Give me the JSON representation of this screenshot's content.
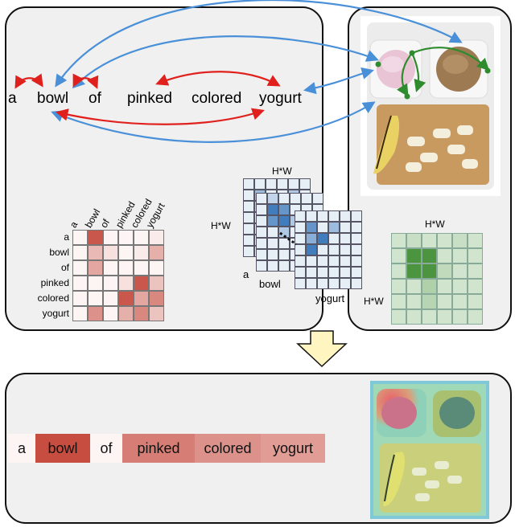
{
  "sentence": {
    "words": [
      "a",
      "bowl",
      "of",
      "pinked",
      "colored",
      "yogurt"
    ]
  },
  "text_matrix": {
    "row_labels": [
      "a",
      "bowl",
      "of",
      "pinked",
      "colored",
      "yogurt"
    ],
    "col_labels": [
      "a",
      "bowl",
      "of",
      "pinked",
      "colored",
      "yogurt"
    ],
    "values": [
      [
        0.05,
        0.85,
        0.05,
        0.05,
        0.05,
        0.1
      ],
      [
        0.05,
        0.35,
        0.15,
        0.05,
        0.1,
        0.4
      ],
      [
        0.05,
        0.45,
        0.05,
        0.05,
        0.05,
        0.05
      ],
      [
        0.05,
        0.05,
        0.05,
        0.15,
        0.85,
        0.3
      ],
      [
        0.05,
        0.05,
        0.05,
        0.85,
        0.45,
        0.6
      ],
      [
        0.05,
        0.55,
        0.05,
        0.4,
        0.6,
        0.3
      ]
    ],
    "color": "#c0392b"
  },
  "cross_stack": {
    "label_hw_top": "H*W",
    "label_hw_left": "H*W",
    "slice_labels": [
      "a",
      "bowl",
      "yogurt"
    ],
    "color": "#2f6fb5"
  },
  "image_matrix": {
    "label_top": "H*W",
    "label_left": "H*W",
    "color": "#3c8a2e"
  },
  "result": {
    "words": [
      "a",
      "bowl",
      "of",
      "pinked",
      "colored",
      "yogurt"
    ],
    "weights": [
      0.05,
      0.9,
      0.05,
      0.65,
      0.55,
      0.5
    ],
    "color": "#c0392b"
  },
  "colors": {
    "text_arrow": "#e0201d",
    "cross_arrow": "#4a90d9",
    "image_arrow": "#2e8b2e",
    "down_arrow": "#fff5c0"
  }
}
